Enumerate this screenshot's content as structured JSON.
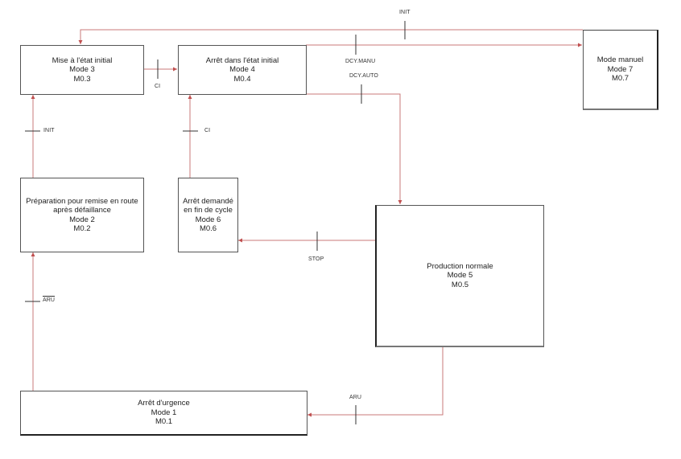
{
  "colors": {
    "connector": "#c87878",
    "tick": "#333333",
    "box_border": "#555555"
  },
  "modes": {
    "m1": {
      "name": "Arrêt d'urgence",
      "mode": "Mode 1",
      "bit": "M0.1"
    },
    "m2": {
      "name1": "Préparation pour remise en route",
      "name2": "après défaillance",
      "mode": "Mode 2",
      "bit": "M0.2"
    },
    "m3": {
      "name": "Mise à l'état initial",
      "mode": "Mode 3",
      "bit": "M0.3"
    },
    "m4": {
      "name": "Arrêt dans l'état initial",
      "mode": "Mode 4",
      "bit": "M0.4"
    },
    "m5": {
      "name": "Production normale",
      "mode": "Mode 5",
      "bit": "M0.5"
    },
    "m6": {
      "name1": "Arrêt demandé",
      "name2": "en fin de cycle",
      "mode": "Mode 6",
      "bit": "M0.6"
    },
    "m7": {
      "name": "Mode manuel",
      "mode": "Mode 7",
      "bit": "M0.7"
    }
  },
  "transitions": {
    "t_init_top": "INIT",
    "t_ci_3_4": "CI",
    "t_dcy_manu": "DCY.MANU",
    "t_dcy_auto": "DCY.AUTO",
    "t_init_2_3": "INIT",
    "t_ci_6_4": "CI",
    "t_stop": "STOP",
    "t_aru_not": "ARU",
    "t_aru": "ARU"
  }
}
